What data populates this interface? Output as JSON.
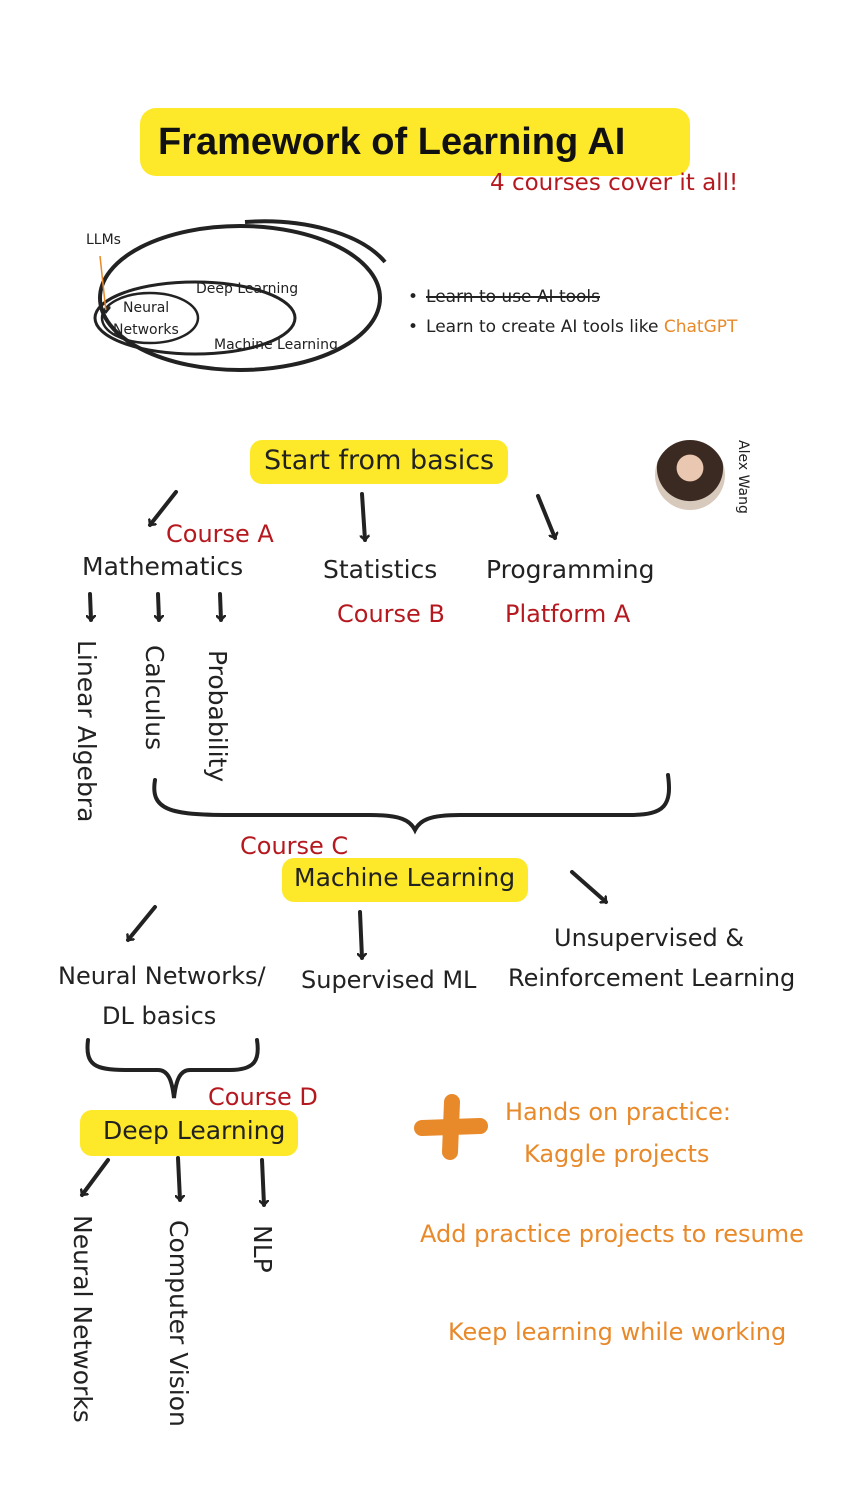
{
  "title": "Framework of Learning AI",
  "subtitle": "4 courses cover it all!",
  "venn": {
    "llms": "LLMs",
    "neural_networks_line1": "Neural",
    "neural_networks_line2": "Networks",
    "deep_learning": "Deep Learning",
    "machine_learning": "Machine Learning"
  },
  "bullets": [
    {
      "text": "Learn to use AI tools",
      "struck": true
    },
    {
      "text": "Learn to create AI tools like ",
      "highlight": "ChatGPT"
    }
  ],
  "author": "Alex Wang",
  "start": "Start from basics",
  "basics": {
    "math": {
      "label": "Mathematics",
      "course": "Course A",
      "subs": [
        "Linear Algebra",
        "Calculus",
        "Probability"
      ]
    },
    "stats": {
      "label": "Statistics",
      "course": "Course B"
    },
    "prog": {
      "label": "Programming",
      "course": "Platform A"
    }
  },
  "ml": {
    "label": "Machine Learning",
    "course": "Course C",
    "branches": {
      "nn_line1": "Neural Networks/",
      "nn_line2": "DL basics",
      "supervised": "Supervised  ML",
      "unsup_line1": "Unsupervised &",
      "unsup_line2": "Reinforcement Learning"
    }
  },
  "dl": {
    "label": "Deep Learning",
    "course": "Course D",
    "subs": [
      "Neural Networks",
      "Computer Vision",
      "NLP"
    ]
  },
  "practice": {
    "line1": "Hands on practice:",
    "line2": "Kaggle projects",
    "resume": "Add practice projects to resume",
    "keep": "Keep learning while working"
  },
  "colors": {
    "highlight": "#fde92a",
    "course": "#b5191f",
    "accent": "#e8892a",
    "ink": "#222222"
  }
}
